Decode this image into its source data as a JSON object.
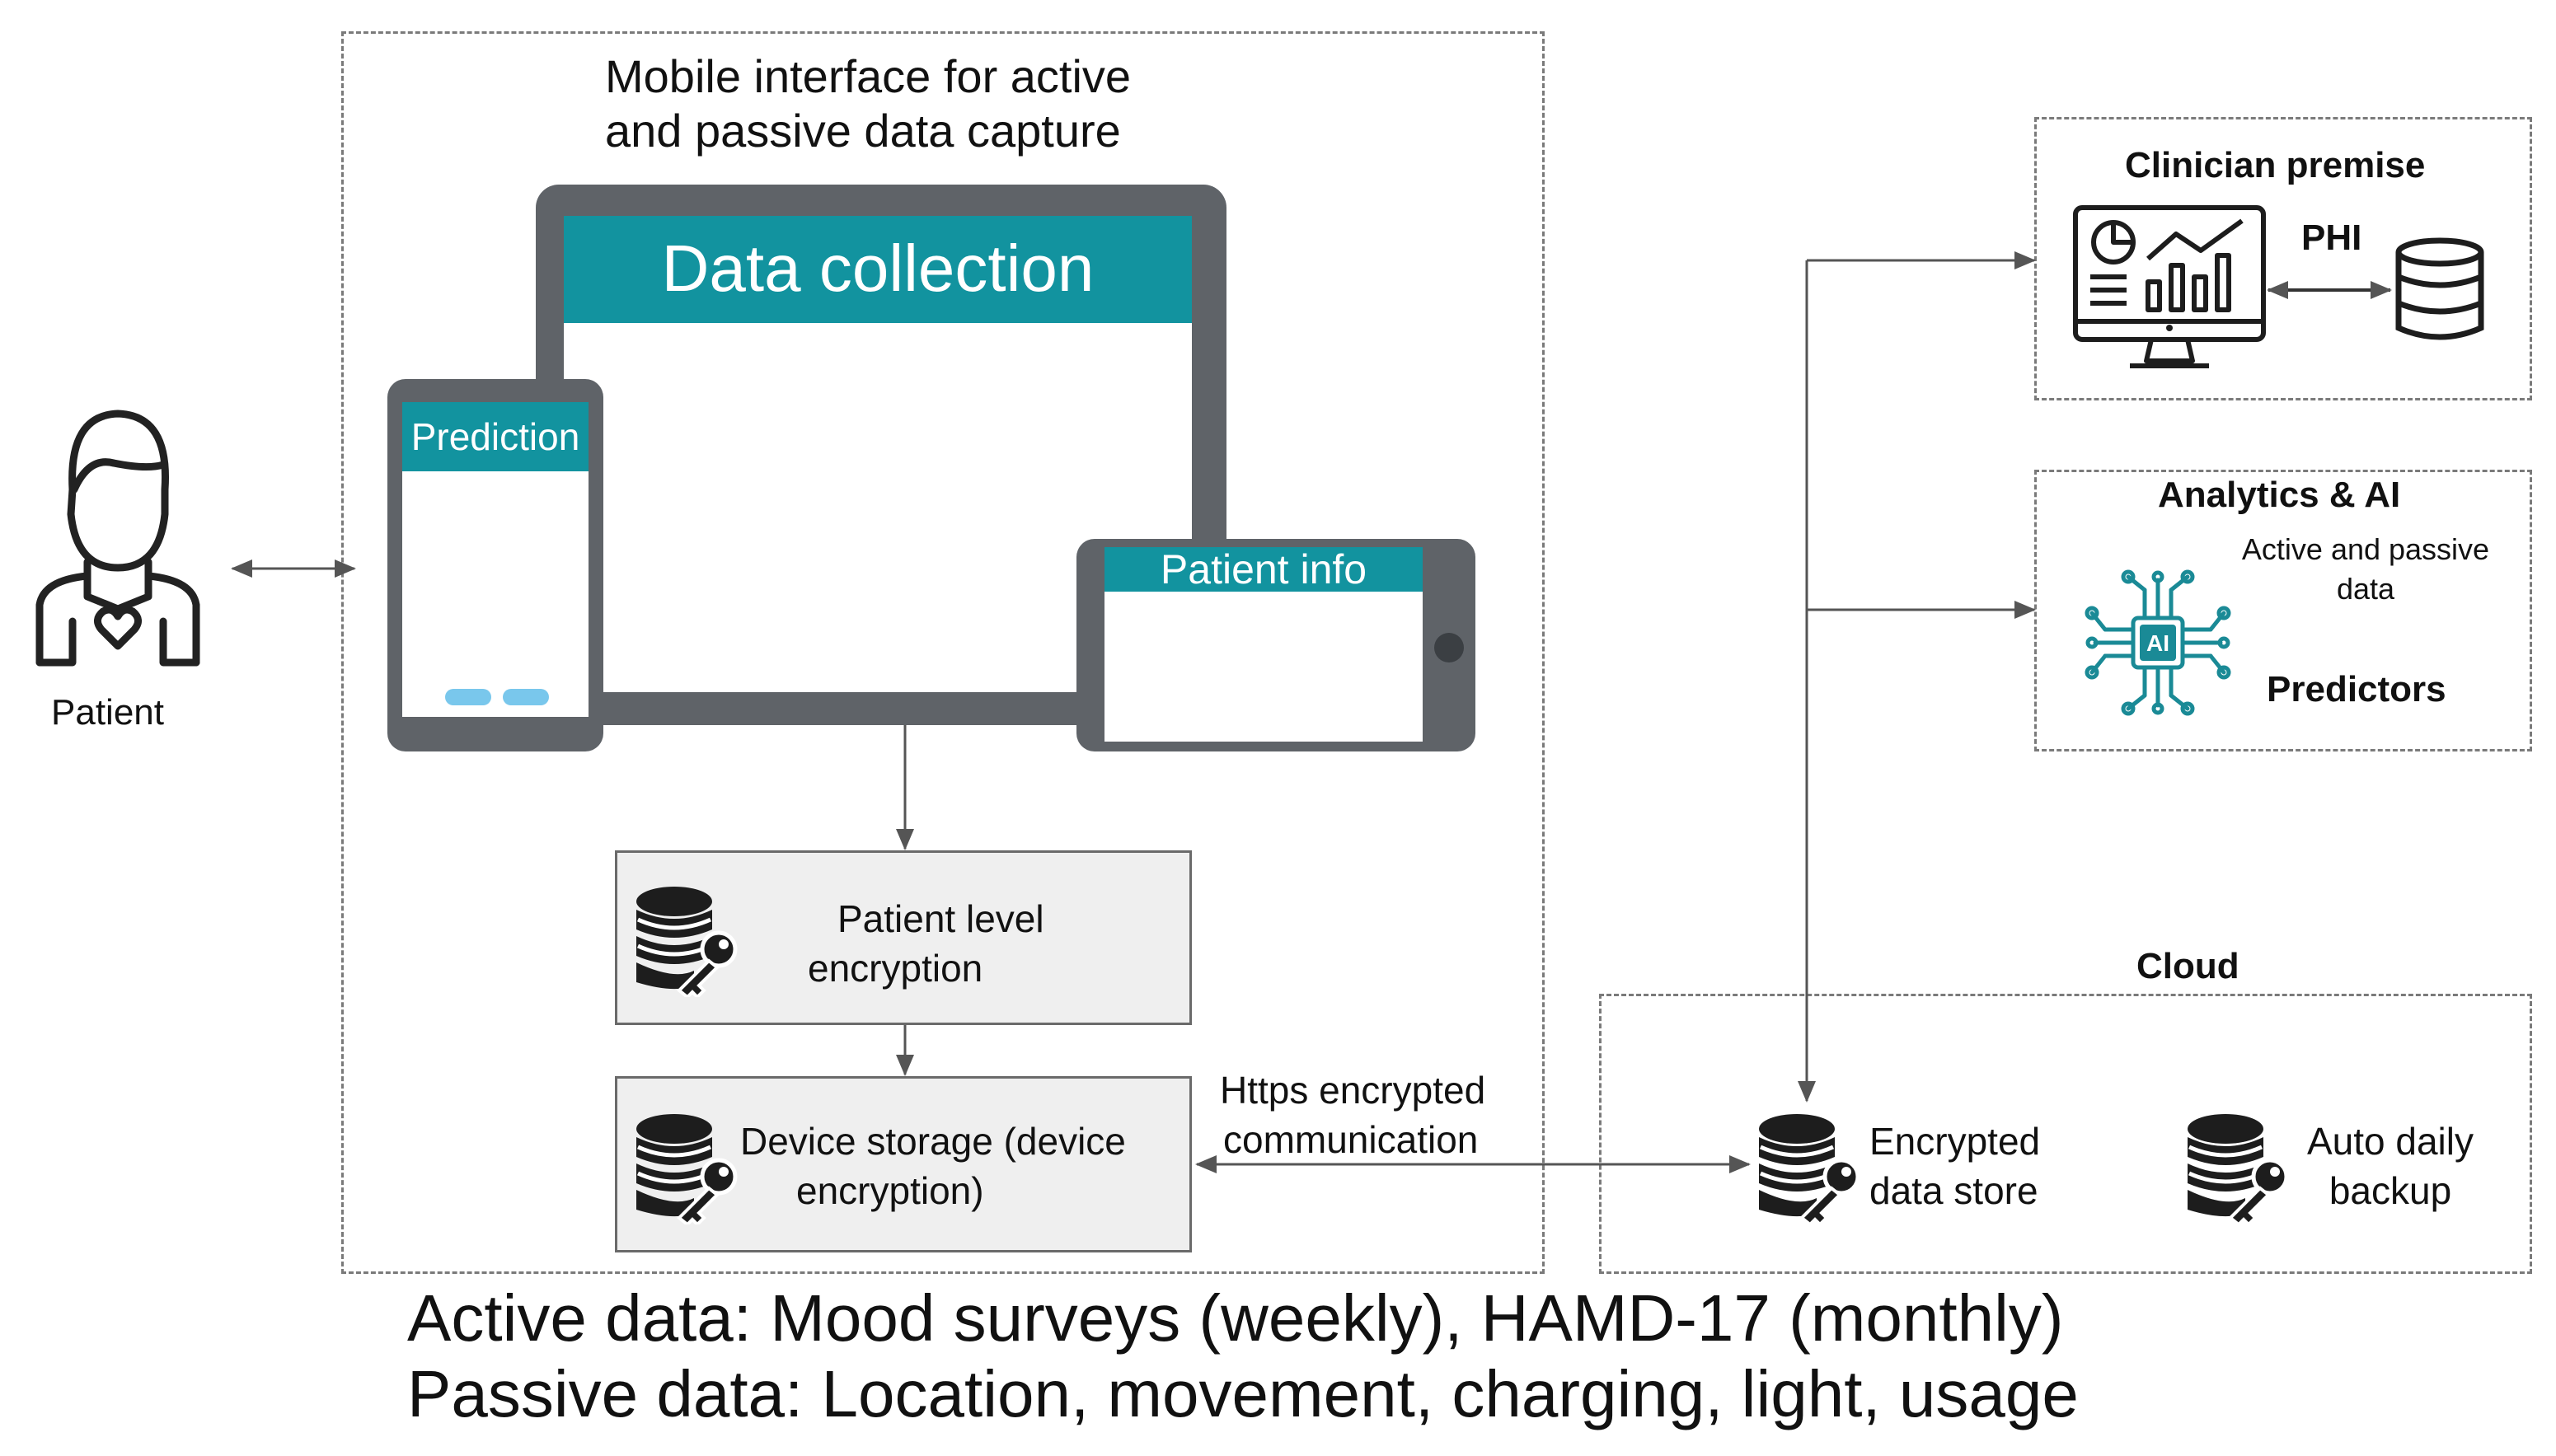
{
  "mobile_section": {
    "title_line1": "Mobile interface for active",
    "title_line2": "and passive data capture"
  },
  "devices": {
    "tablet_header": "Data collection",
    "phone_header": "Prediction",
    "small_tablet_header": "Patient info"
  },
  "patient": {
    "label": "Patient"
  },
  "encryption": {
    "patient_level_line1": "Patient level",
    "patient_level_line2": "encryption",
    "device_storage_line1": "Device storage (device",
    "device_storage_line2": "encryption)"
  },
  "communication": {
    "line1": "Https encrypted",
    "line2": "communication"
  },
  "clinician": {
    "title": "Clinician premise",
    "phi_label": "PHI"
  },
  "analytics": {
    "title": "Analytics & AI",
    "note_line1": "Active and passive",
    "note_line2": "data",
    "ai_chip_label": "AI",
    "predictors_label": "Predictors"
  },
  "cloud": {
    "title": "Cloud",
    "store_line1": "Encrypted",
    "store_line2": "data store",
    "backup_line1": "Auto daily",
    "backup_line2": "backup"
  },
  "footer": {
    "active_line": "Active data: Mood surveys (weekly), HAMD-17 (monthly)",
    "passive_line": "Passive data: Location, movement, charging, light, usage"
  },
  "colors": {
    "teal": "#12939f",
    "device_gray": "#5f6368",
    "ai_teal": "#1a8a96",
    "dashed_border": "#7a7a7a"
  },
  "icons": [
    "person-heart-icon",
    "database-key-icon",
    "monitor-dashboard-icon",
    "database-icon",
    "ai-chip-icon"
  ]
}
